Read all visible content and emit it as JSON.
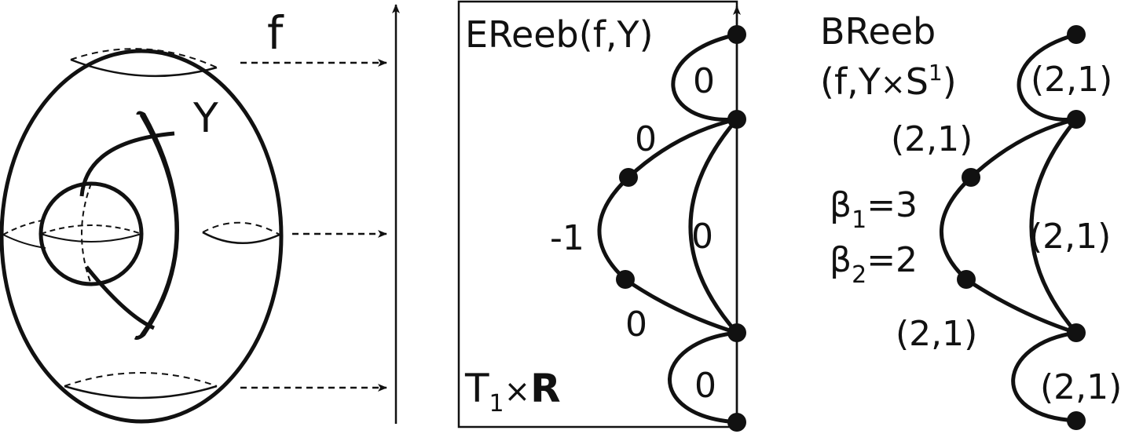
{
  "colors": {
    "ink": "#111111",
    "background": "#ffffff"
  },
  "left_panel": {
    "map_label": "f",
    "subset_label": "Y"
  },
  "middle_panel": {
    "title": "EReeb(f,Y)",
    "base": {
      "t": "T",
      "sub": "1",
      "times": "×",
      "r": "R"
    },
    "edge_labels": {
      "top_loop": "0",
      "upper_left": "0",
      "left_arc": "-1",
      "right_arc": "0",
      "lower_left": "0",
      "bottom_loop": "0"
    }
  },
  "right_panel": {
    "title_line1": "BReeb",
    "title_line2": {
      "open": "(f,Y",
      "times": "×",
      "s": "S",
      "sup": "1",
      "close": ")"
    },
    "betti": {
      "b1": {
        "beta": "β",
        "sub": "1",
        "value": "=3"
      },
      "b2": {
        "beta": "β",
        "sub": "2",
        "value": "=2"
      }
    },
    "edge_labels": {
      "top_loop": "(2,1)",
      "upper_left": "(2,1)",
      "right_arc": "(2,1)",
      "lower_left": "(2,1)",
      "bottom_loop": "(2,1)"
    }
  }
}
